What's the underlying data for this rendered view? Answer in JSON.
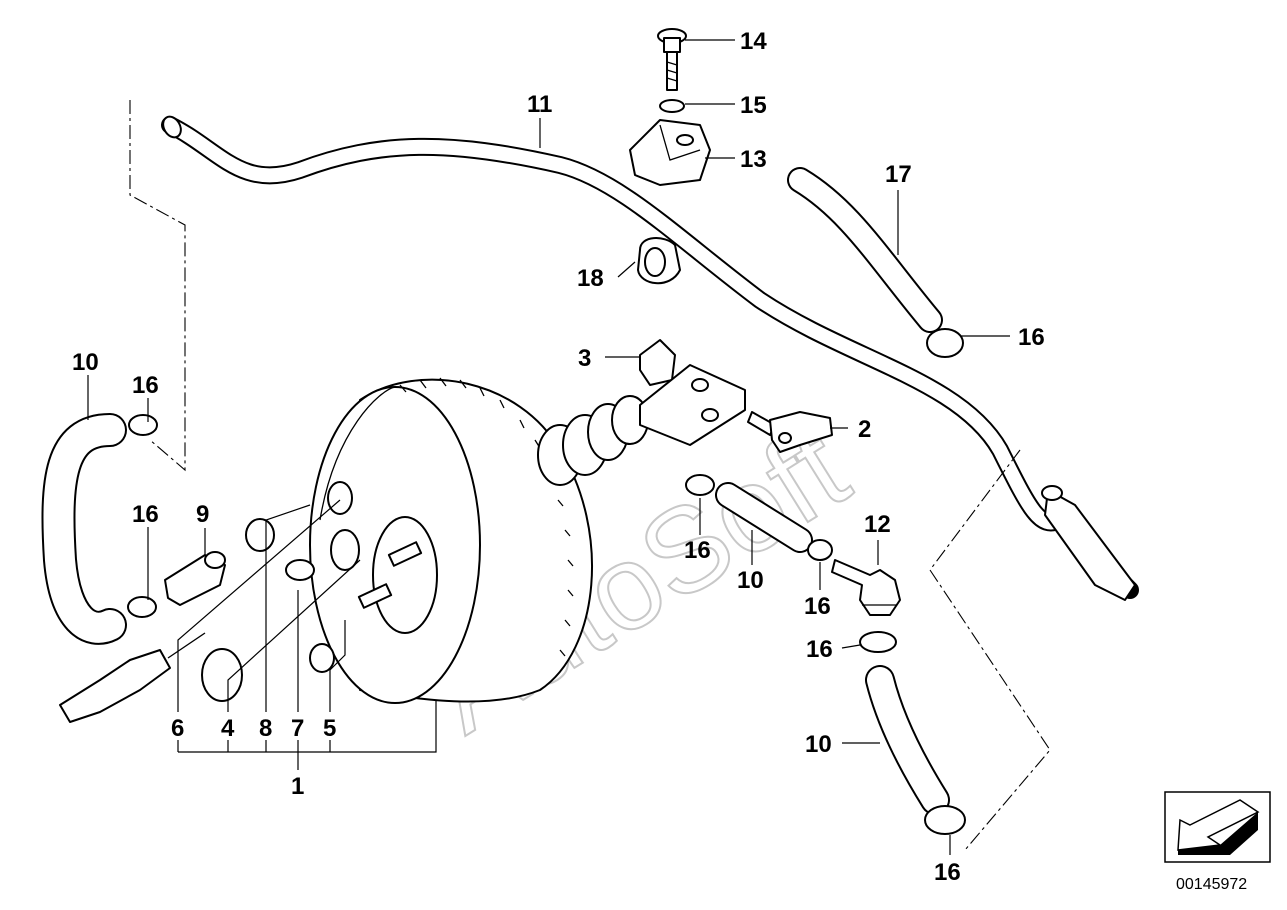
{
  "watermark": "AutoSoft",
  "document_number": "00145972",
  "labels": {
    "p1": "1",
    "p2": "2",
    "p3": "3",
    "p4": "4",
    "p5": "5",
    "p6": "6",
    "p7": "7",
    "p8": "8",
    "p9": "9",
    "p10_left": "10",
    "p10_mid": "10",
    "p10_bottom": "10",
    "p11": "11",
    "p12": "12",
    "p13": "13",
    "p14": "14",
    "p15": "15",
    "p16_left_top": "16",
    "p16_left_bottom": "16",
    "p16_center": "16",
    "p16_mid": "16",
    "p16_right_low": "16",
    "p16_right_top": "16",
    "p16_bottom": "16",
    "p17": "17",
    "p18": "18"
  }
}
